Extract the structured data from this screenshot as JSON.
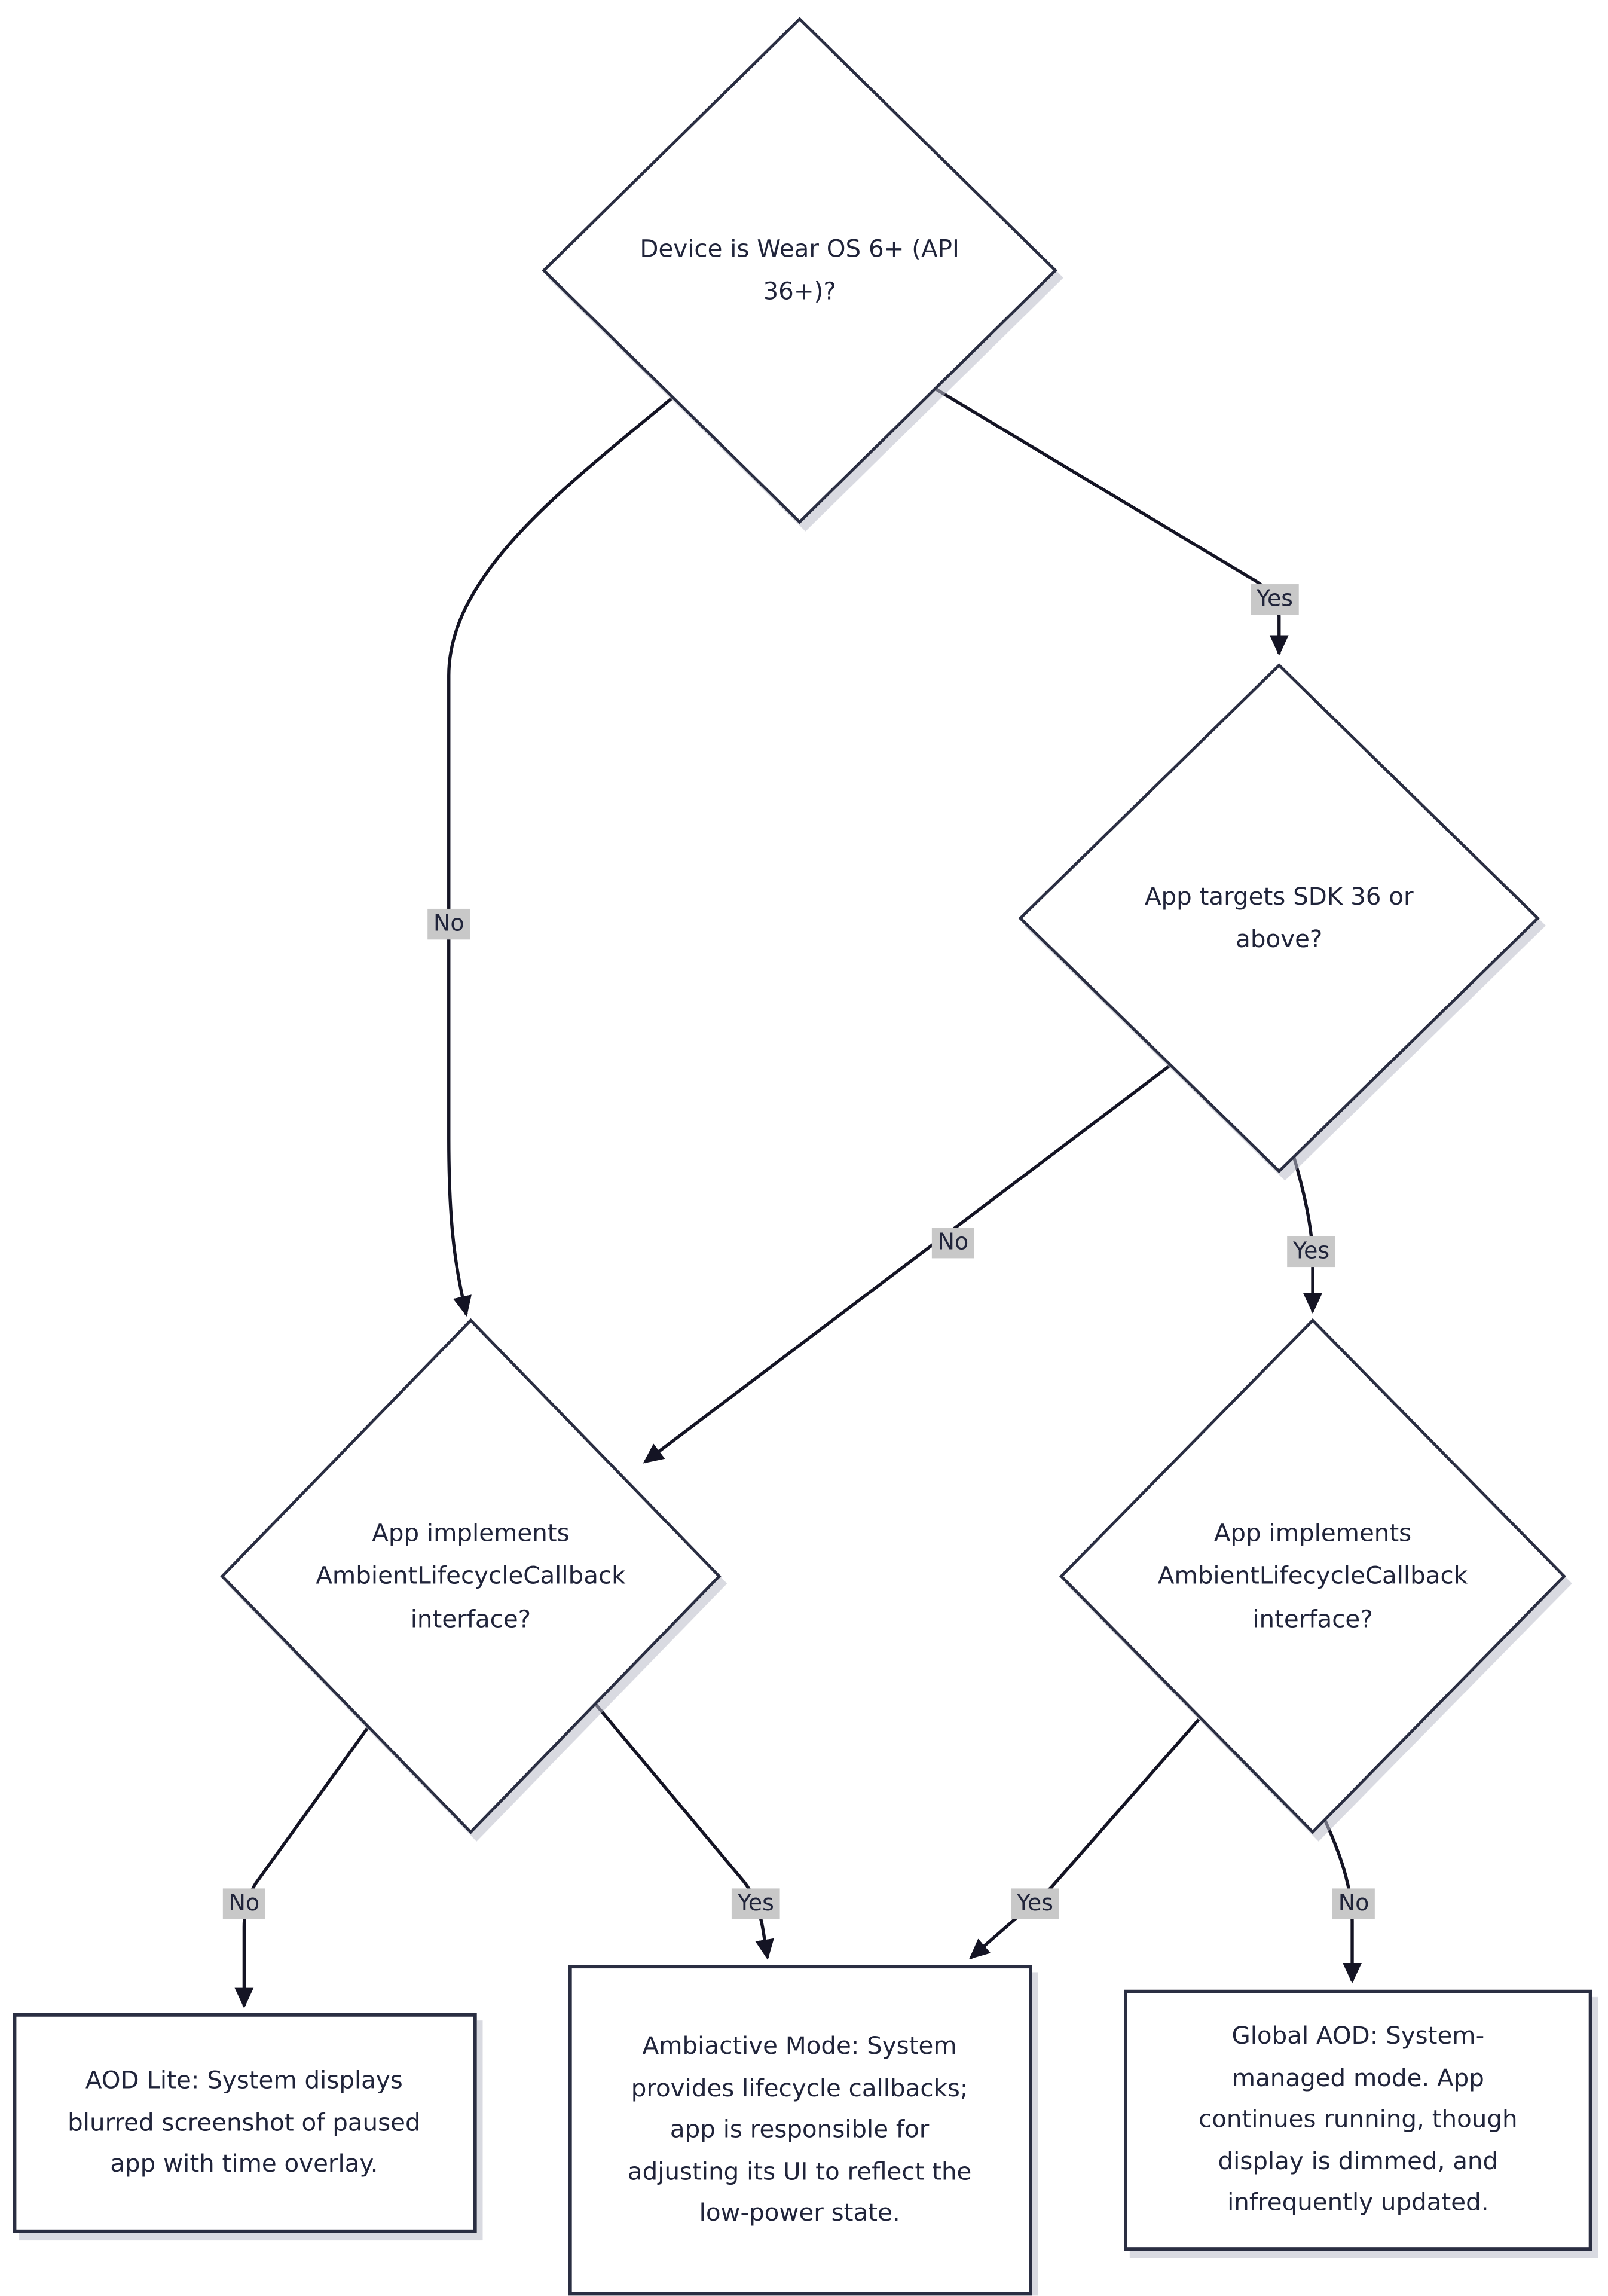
{
  "colors": {
    "background": "#ffffff",
    "node_fill": "#ffffff",
    "node_stroke": "#2b2d42",
    "edge_stroke": "#141424",
    "edge_label_bg": "#c8c8c8",
    "text": "#20243a"
  },
  "nodes": {
    "decision_wear_os": {
      "text": "Device is Wear OS 6+ (API 36+)?"
    },
    "decision_sdk36": {
      "text": "App targets SDK 36 or above?"
    },
    "decision_callback_left": {
      "text": "App implements AmbientLifecycleCallback interface?"
    },
    "decision_callback_right": {
      "text": "App implements AmbientLifecycleCallback interface?"
    },
    "outcome_aod_lite": {
      "text": "AOD Lite: System displays blurred screenshot of paused app with time overlay."
    },
    "outcome_ambiactive": {
      "text": "Ambiactive Mode: System provides lifecycle callbacks; app is responsible for adjusting its UI to reflect the low-power state."
    },
    "outcome_global_aod": {
      "text": "Global AOD: System-managed mode. App continues running, though display is dimmed, and infrequently updated."
    }
  },
  "edges": [
    {
      "from": "decision_wear_os",
      "to": "decision_sdk36",
      "label": "Yes"
    },
    {
      "from": "decision_wear_os",
      "to": "decision_callback_left",
      "label": "No"
    },
    {
      "from": "decision_sdk36",
      "to": "decision_callback_left",
      "label": "No"
    },
    {
      "from": "decision_sdk36",
      "to": "decision_callback_right",
      "label": "Yes"
    },
    {
      "from": "decision_callback_left",
      "to": "outcome_aod_lite",
      "label": "No"
    },
    {
      "from": "decision_callback_left",
      "to": "outcome_ambiactive",
      "label": "Yes"
    },
    {
      "from": "decision_callback_right",
      "to": "outcome_ambiactive",
      "label": "Yes"
    },
    {
      "from": "decision_callback_right",
      "to": "outcome_global_aod",
      "label": "No"
    }
  ]
}
